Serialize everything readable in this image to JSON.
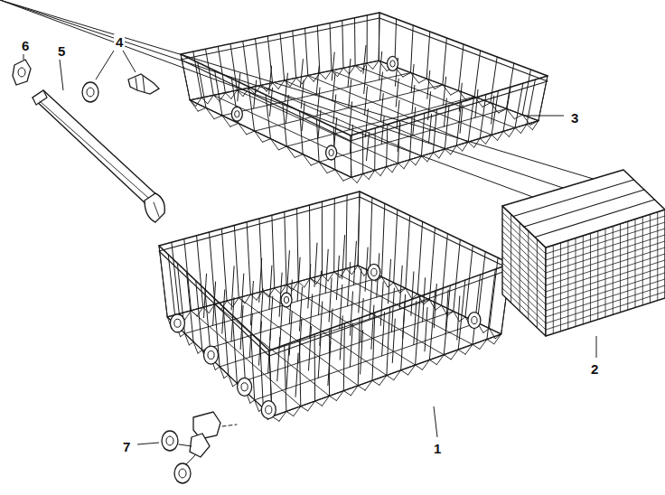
{
  "diagram": {
    "labels": [
      "6",
      "5",
      "4",
      "3",
      "2",
      "1",
      "7"
    ]
  }
}
